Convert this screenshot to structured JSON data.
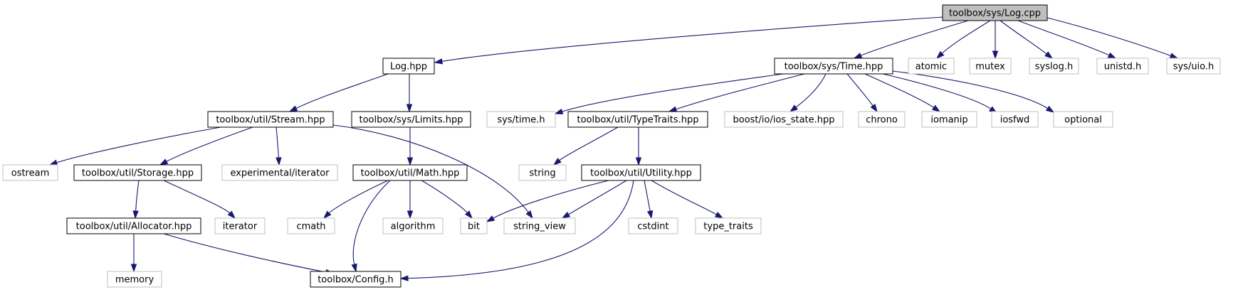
{
  "diagram": {
    "type": "include-dependency-graph",
    "colors": {
      "edge": "#191970",
      "root_fill": "#bfbfbf",
      "documented_border": "#000000",
      "external_border": "#bfbfbf"
    },
    "nodes": [
      {
        "id": "log_cpp",
        "label": "toolbox/sys/Log.cpp",
        "kind": "root"
      },
      {
        "id": "log_hpp",
        "label": "Log.hpp",
        "kind": "documented"
      },
      {
        "id": "time_hpp",
        "label": "toolbox/sys/Time.hpp",
        "kind": "documented"
      },
      {
        "id": "atomic",
        "label": "atomic",
        "kind": "external"
      },
      {
        "id": "mutex",
        "label": "mutex",
        "kind": "external"
      },
      {
        "id": "syslog",
        "label": "syslog.h",
        "kind": "external"
      },
      {
        "id": "unistd",
        "label": "unistd.h",
        "kind": "external"
      },
      {
        "id": "sysuio",
        "label": "sys/uio.h",
        "kind": "external"
      },
      {
        "id": "stream_hpp",
        "label": "toolbox/util/Stream.hpp",
        "kind": "documented"
      },
      {
        "id": "limits_hpp",
        "label": "toolbox/sys/Limits.hpp",
        "kind": "documented"
      },
      {
        "id": "systime",
        "label": "sys/time.h",
        "kind": "external"
      },
      {
        "id": "typetraits_hpp",
        "label": "toolbox/util/TypeTraits.hpp",
        "kind": "documented"
      },
      {
        "id": "iosstate",
        "label": "boost/io/ios_state.hpp",
        "kind": "external"
      },
      {
        "id": "chrono",
        "label": "chrono",
        "kind": "external"
      },
      {
        "id": "iomanip",
        "label": "iomanip",
        "kind": "external"
      },
      {
        "id": "iosfwd",
        "label": "iosfwd",
        "kind": "external"
      },
      {
        "id": "optional",
        "label": "optional",
        "kind": "external"
      },
      {
        "id": "ostream",
        "label": "ostream",
        "kind": "external"
      },
      {
        "id": "storage_hpp",
        "label": "toolbox/util/Storage.hpp",
        "kind": "documented"
      },
      {
        "id": "expiter",
        "label": "experimental/iterator",
        "kind": "external"
      },
      {
        "id": "math_hpp",
        "label": "toolbox/util/Math.hpp",
        "kind": "documented"
      },
      {
        "id": "string",
        "label": "string",
        "kind": "external"
      },
      {
        "id": "utility_hpp",
        "label": "toolbox/util/Utility.hpp",
        "kind": "documented"
      },
      {
        "id": "allocator_hpp",
        "label": "toolbox/util/Allocator.hpp",
        "kind": "documented"
      },
      {
        "id": "iterator",
        "label": "iterator",
        "kind": "external"
      },
      {
        "id": "cmath",
        "label": "cmath",
        "kind": "external"
      },
      {
        "id": "algorithm",
        "label": "algorithm",
        "kind": "external"
      },
      {
        "id": "bit",
        "label": "bit",
        "kind": "external"
      },
      {
        "id": "string_view",
        "label": "string_view",
        "kind": "external"
      },
      {
        "id": "cstdint",
        "label": "cstdint",
        "kind": "external"
      },
      {
        "id": "type_traits",
        "label": "type_traits",
        "kind": "external"
      },
      {
        "id": "memory",
        "label": "memory",
        "kind": "external"
      },
      {
        "id": "config_h",
        "label": "toolbox/Config.h",
        "kind": "documented"
      }
    ],
    "edges": [
      [
        "log_cpp",
        "log_hpp"
      ],
      [
        "log_cpp",
        "time_hpp"
      ],
      [
        "log_cpp",
        "atomic"
      ],
      [
        "log_cpp",
        "mutex"
      ],
      [
        "log_cpp",
        "syslog"
      ],
      [
        "log_cpp",
        "unistd"
      ],
      [
        "log_cpp",
        "sysuio"
      ],
      [
        "log_hpp",
        "stream_hpp"
      ],
      [
        "log_hpp",
        "limits_hpp"
      ],
      [
        "time_hpp",
        "systime"
      ],
      [
        "time_hpp",
        "typetraits_hpp"
      ],
      [
        "time_hpp",
        "iosstate"
      ],
      [
        "time_hpp",
        "chrono"
      ],
      [
        "time_hpp",
        "iomanip"
      ],
      [
        "time_hpp",
        "iosfwd"
      ],
      [
        "time_hpp",
        "optional"
      ],
      [
        "stream_hpp",
        "ostream"
      ],
      [
        "stream_hpp",
        "storage_hpp"
      ],
      [
        "stream_hpp",
        "expiter"
      ],
      [
        "stream_hpp",
        "string_view"
      ],
      [
        "limits_hpp",
        "math_hpp"
      ],
      [
        "typetraits_hpp",
        "string"
      ],
      [
        "typetraits_hpp",
        "utility_hpp"
      ],
      [
        "storage_hpp",
        "allocator_hpp"
      ],
      [
        "storage_hpp",
        "iterator"
      ],
      [
        "math_hpp",
        "cmath"
      ],
      [
        "math_hpp",
        "algorithm"
      ],
      [
        "math_hpp",
        "bit"
      ],
      [
        "math_hpp",
        "config_h"
      ],
      [
        "utility_hpp",
        "bit"
      ],
      [
        "utility_hpp",
        "string_view"
      ],
      [
        "utility_hpp",
        "cstdint"
      ],
      [
        "utility_hpp",
        "type_traits"
      ],
      [
        "utility_hpp",
        "config_h"
      ],
      [
        "allocator_hpp",
        "memory"
      ],
      [
        "allocator_hpp",
        "config_h"
      ]
    ]
  }
}
